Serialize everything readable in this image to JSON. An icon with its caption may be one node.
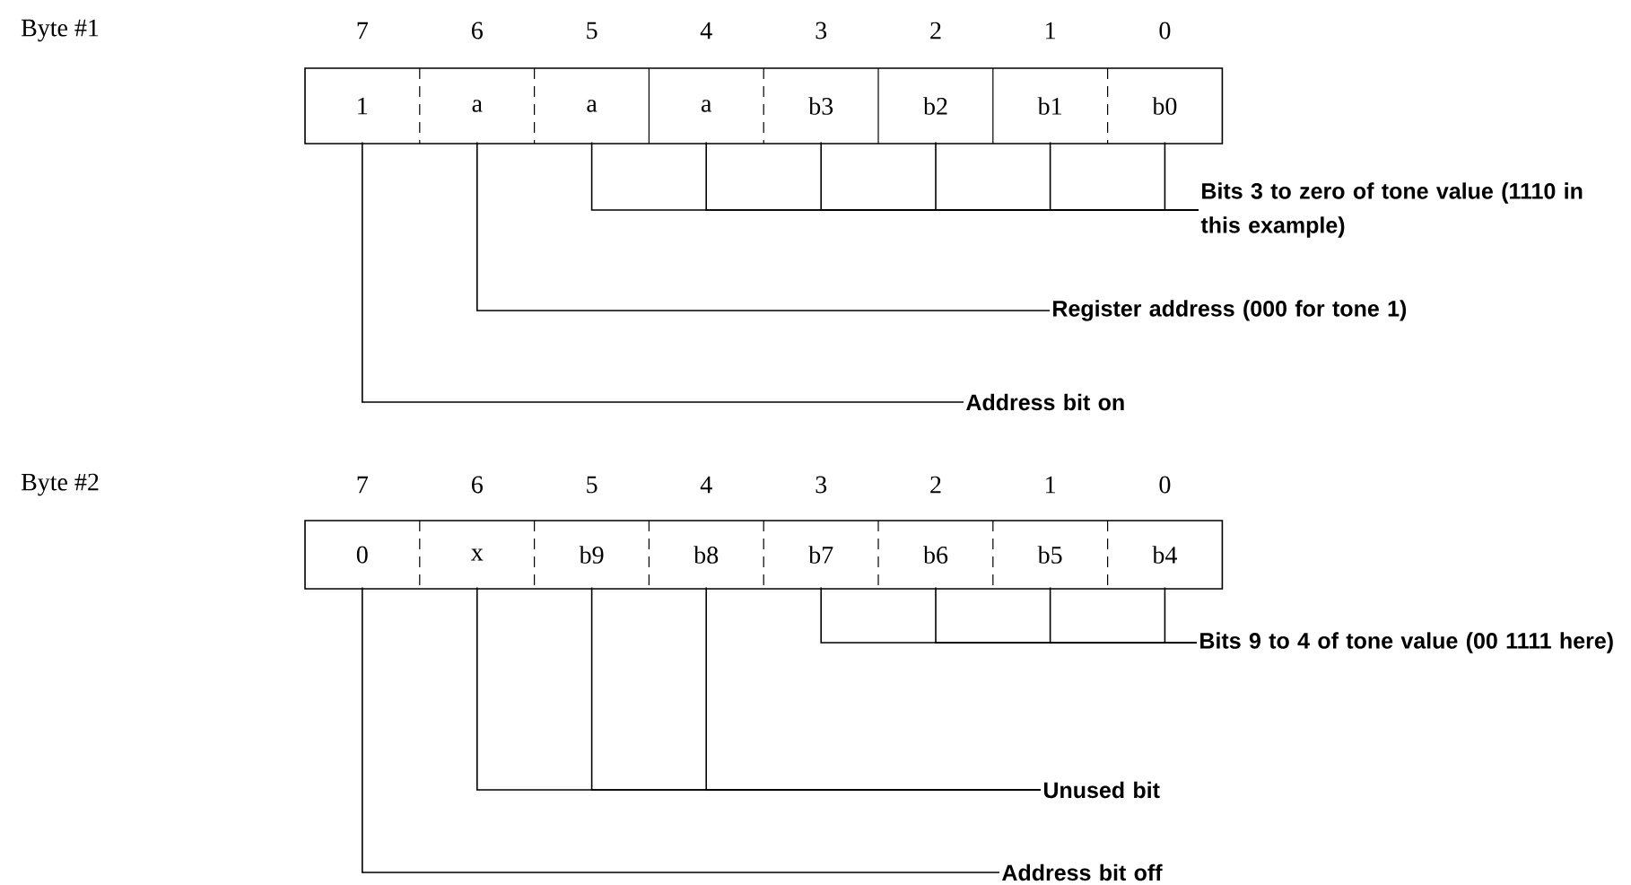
{
  "diagram": {
    "nodes": [
      {
        "text": [
          "1"
        ]
      },
      {
        "text": [
          "a"
        ]
      },
      {
        "text": [
          "a"
        ]
      },
      {
        "text": [
          "a"
        ]
      },
      {
        "text": [
          "b3"
        ]
      },
      {
        "text": [
          "b2"
        ]
      },
      {
        "text": [
          "b1"
        ]
      },
      {
        "text": [
          "b0"
        ]
      },
      {
        "text": [
          "Bits 3 to zero of tone value (1110 in this example)"
        ]
      },
      {
        "text": [
          "Register address (000 for tone 1)"
        ]
      },
      {
        "text": [
          "Address bit on"
        ]
      },
      {
        "text": [
          "0"
        ]
      },
      {
        "text": [
          "x"
        ]
      },
      {
        "text": [
          "b9"
        ]
      },
      {
        "text": [
          "b8"
        ]
      },
      {
        "text": [
          "b7"
        ]
      },
      {
        "text": [
          "b6"
        ]
      },
      {
        "text": [
          "b5"
        ]
      },
      {
        "text": [
          "b4"
        ]
      },
      {
        "text": [
          "Bits 9 to 4 of tone value (00 1111 here)"
        ]
      },
      {
        "text": [
          "Unused bit"
        ]
      },
      {
        "text": [
          "Address bit off"
        ]
      }
    ],
    "edges": [
      {
        "from": 2,
        "to": 8,
        "arrow": "none"
      },
      {
        "from": 3,
        "to": 8,
        "arrow": "none"
      },
      {
        "from": 4,
        "to": 8,
        "arrow": "none"
      },
      {
        "from": 5,
        "to": 8,
        "arrow": "none"
      },
      {
        "from": 6,
        "to": 8,
        "arrow": "none"
      },
      {
        "from": 7,
        "to": 8,
        "arrow": "none"
      },
      {
        "from": 1,
        "to": 9,
        "arrow": "none"
      },
      {
        "from": 0,
        "to": 10,
        "arrow": "none"
      },
      {
        "from": 15,
        "to": 19,
        "arrow": "none"
      },
      {
        "from": 16,
        "to": 19,
        "arrow": "none"
      },
      {
        "from": 17,
        "to": 19,
        "arrow": "none"
      },
      {
        "from": 18,
        "to": 19,
        "arrow": "none"
      },
      {
        "from": 12,
        "to": 20,
        "arrow": "none"
      },
      {
        "from": 13,
        "to": 20,
        "arrow": "none"
      },
      {
        "from": 14,
        "to": 20,
        "arrow": "none"
      },
      {
        "from": 11,
        "to": 21,
        "arrow": "none"
      }
    ],
    "labels": [
      "Byte #1",
      "7",
      "6",
      "5",
      "4",
      "3",
      "2",
      "1",
      "0",
      "Byte #2",
      "7",
      "6",
      "5",
      "4",
      "3",
      "2",
      "1",
      "0"
    ]
  }
}
